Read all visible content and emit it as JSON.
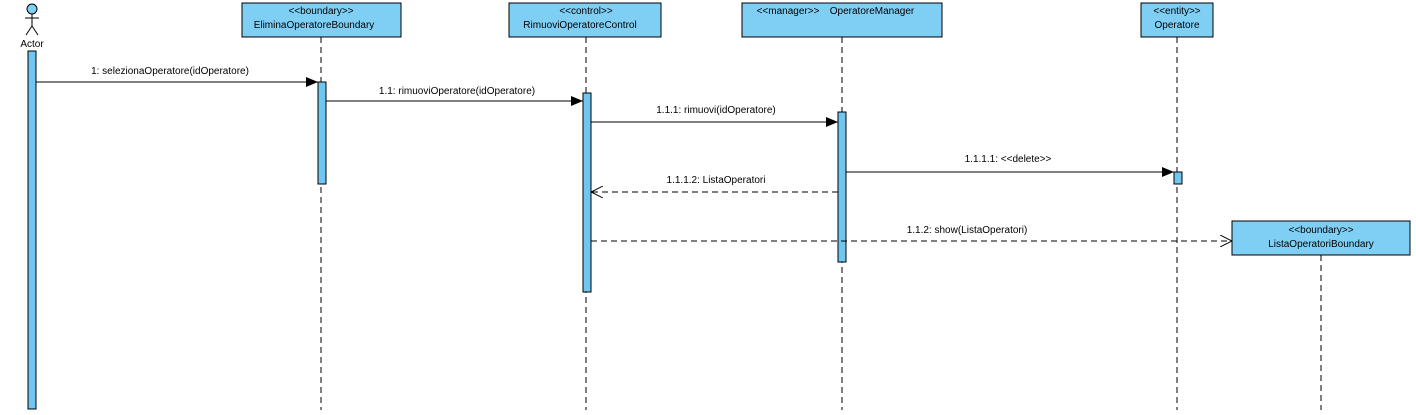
{
  "diagram": {
    "type": "sequence",
    "actor": {
      "label": "Actor"
    },
    "lifelines": [
      {
        "stereotype": "<<boundary>>",
        "name": "EliminaOperatoreBoundary"
      },
      {
        "stereotype": "<<control>>",
        "name": "RimuoviOperatoreControl"
      },
      {
        "stereotype": "<<manager>>",
        "name": "OperatoreManager"
      },
      {
        "stereotype": "<<entity>>",
        "name": "Operatore"
      },
      {
        "stereotype": "<<boundary>>",
        "name": "ListaOperatoriBoundary"
      }
    ],
    "messages": [
      {
        "label": "1: selezionaOperatore(idOperatore)",
        "from": "Actor",
        "to": "EliminaOperatoreBoundary",
        "kind": "sync"
      },
      {
        "label": "1.1: rimuoviOperatore(idOperatore)",
        "from": "EliminaOperatoreBoundary",
        "to": "RimuoviOperatoreControl",
        "kind": "sync"
      },
      {
        "label": "1.1.1: rimuovi(idOperatore)",
        "from": "RimuoviOperatoreControl",
        "to": "OperatoreManager",
        "kind": "sync"
      },
      {
        "label": "1.1.1.1: <<delete>>",
        "from": "OperatoreManager",
        "to": "Operatore",
        "kind": "sync"
      },
      {
        "label": "1.1.1.2: ListaOperatori",
        "from": "OperatoreManager",
        "to": "RimuoviOperatoreControl",
        "kind": "return"
      },
      {
        "label": "1.1.2: show(ListaOperatori)",
        "from": "RimuoviOperatoreControl",
        "to": "ListaOperatoriBoundary",
        "kind": "create"
      }
    ],
    "colors": {
      "box_fill": "#7fcff5",
      "activation_fill": "#6fc6f0",
      "line": "#000000"
    }
  }
}
